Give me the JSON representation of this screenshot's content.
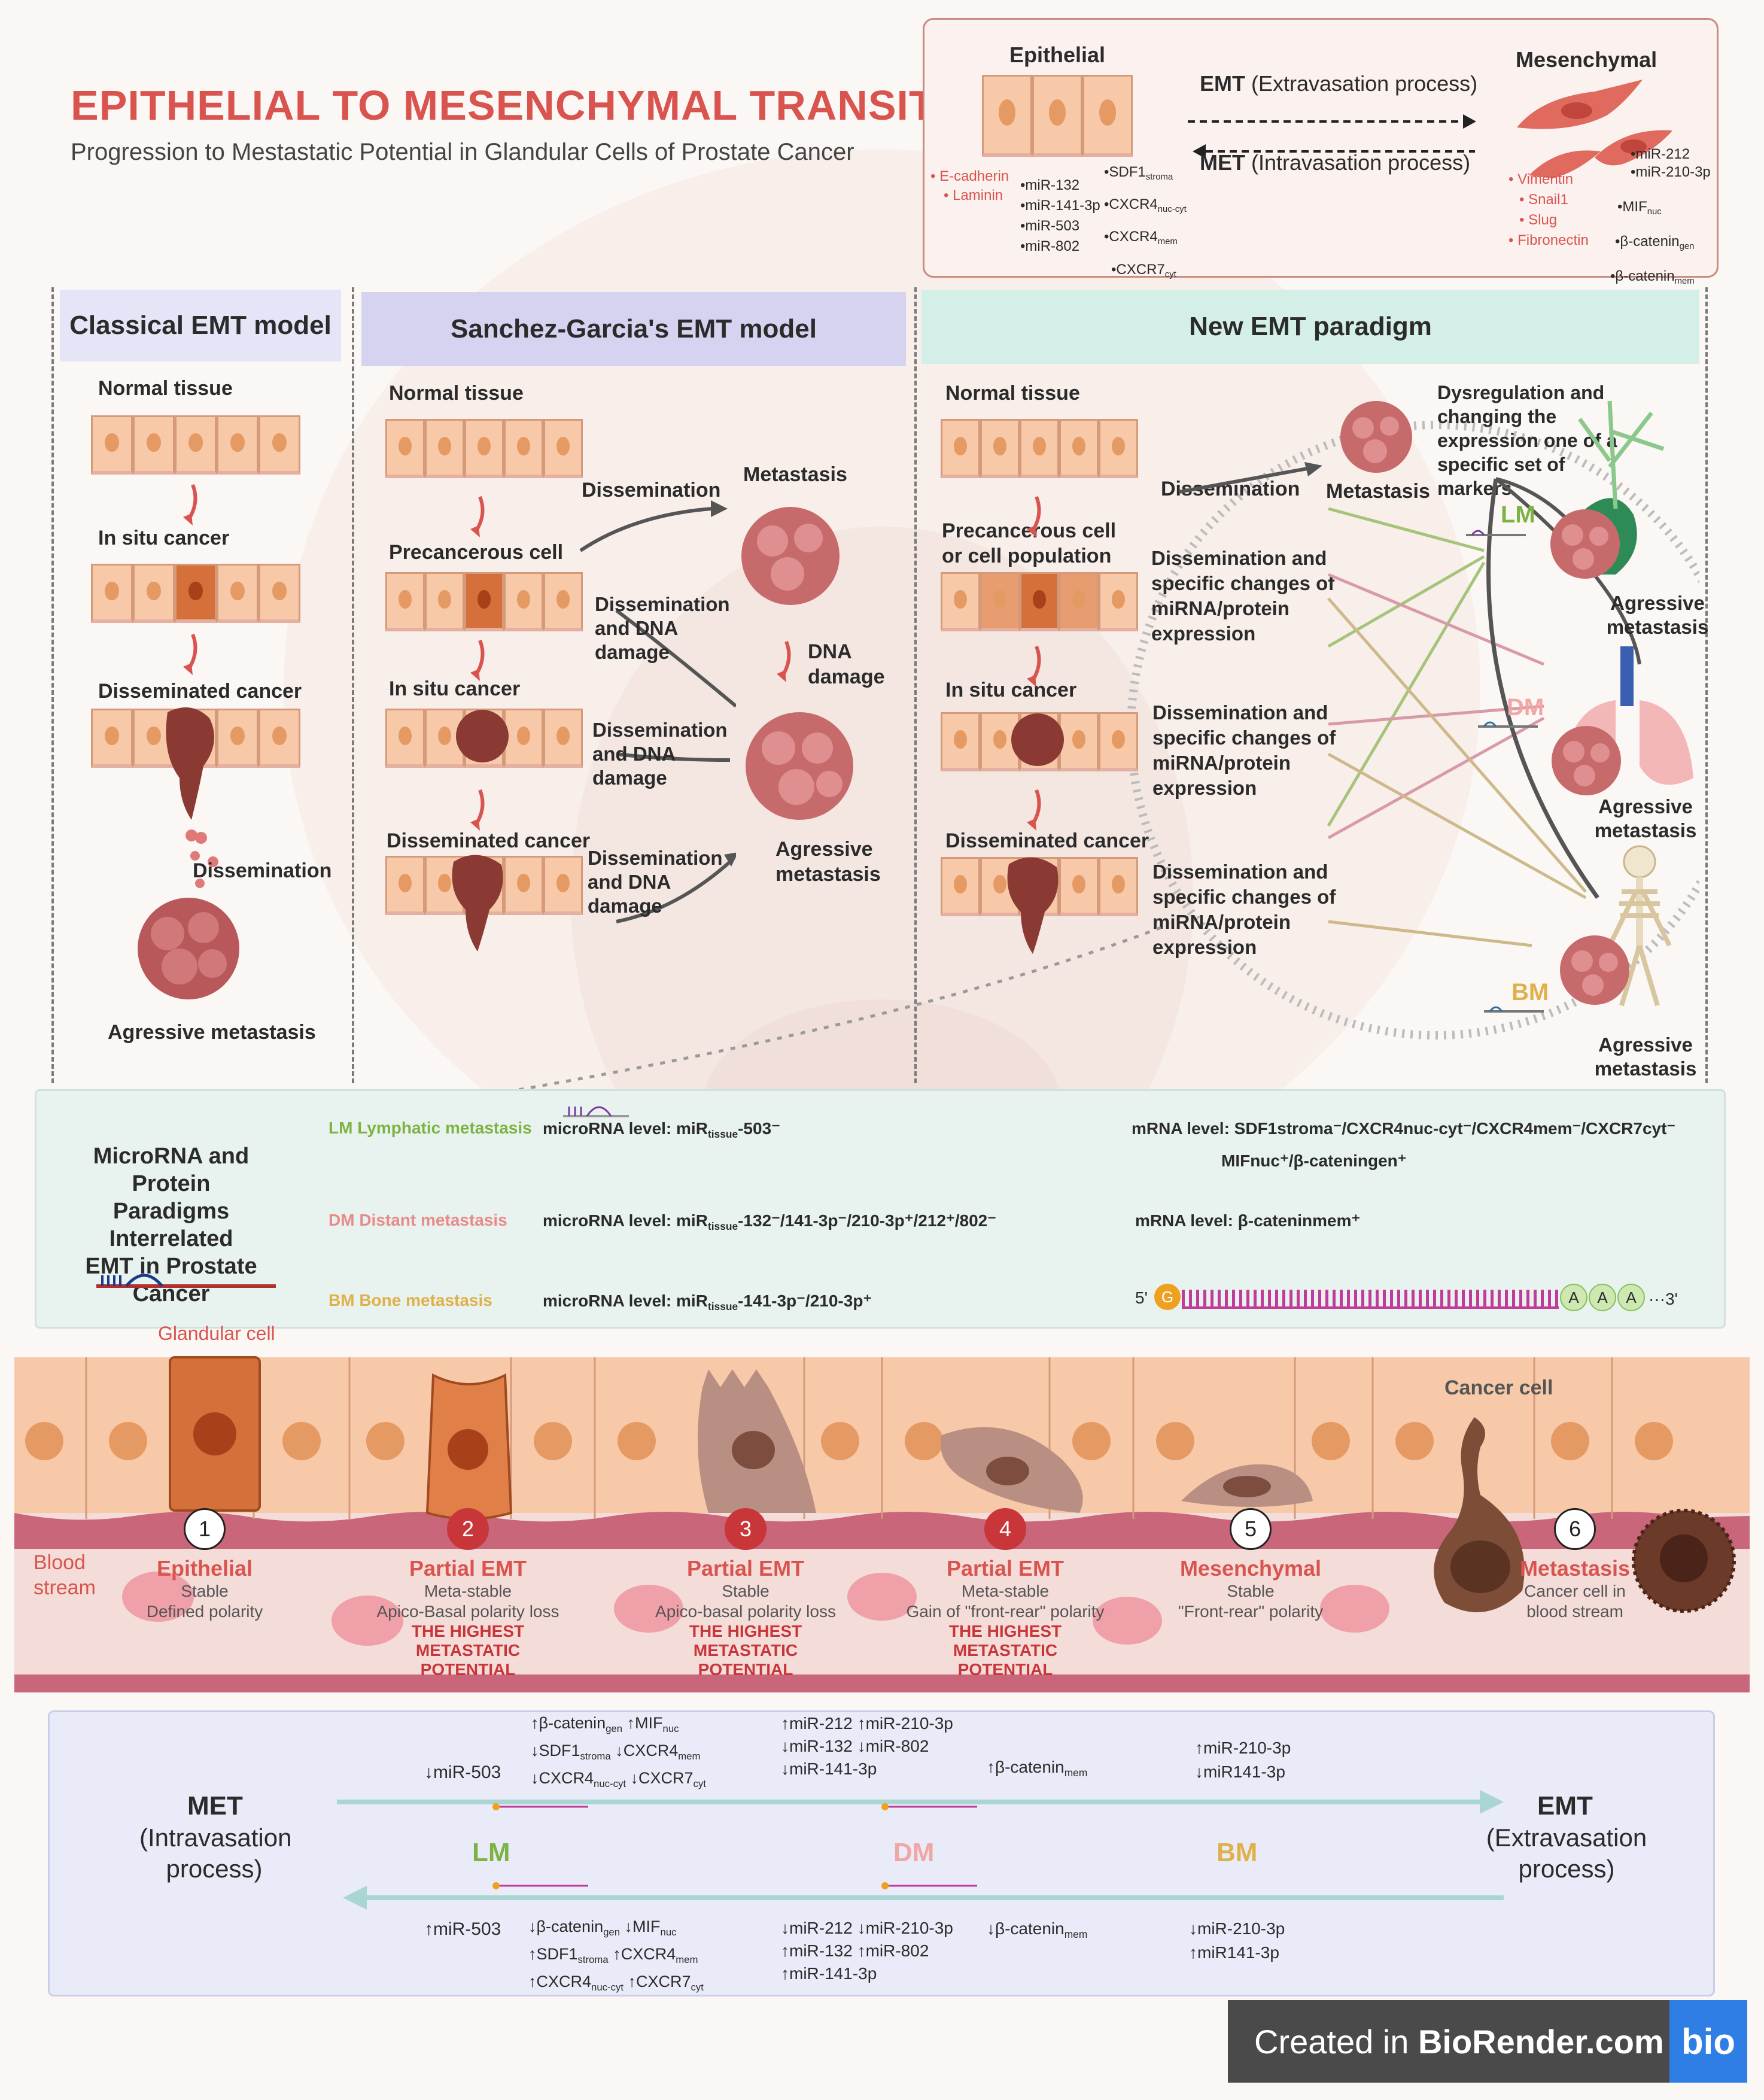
{
  "header": {
    "title": "EPITHELIAL TO MESENCHYMAL TRANSITION",
    "subtitle": "Progression to Mestastatic Potential in Glandular Cells of Prostate Cancer"
  },
  "legend_box": {
    "epithelial_label": "Epithelial",
    "mesenchymal_label": "Mesenchymal",
    "emt_label": "EMT",
    "emt_desc": "(Extravasation process)",
    "met_label": "MET",
    "met_desc": "(Intravasation process)",
    "epi_markers_red": [
      "• E-cadherin",
      "• Laminin"
    ],
    "epi_mirna": [
      "•miR-132",
      "•miR-141-3p",
      "•miR-503",
      "•miR-802"
    ],
    "epi_genes": [
      "SDF1",
      "CXCR4",
      "CXCR4",
      "CXCR7"
    ],
    "epi_gene_subs": [
      "stroma",
      "nuc-cyt",
      "mem",
      "cyt"
    ],
    "mes_markers_red": [
      "• Vimentin",
      "• Snail1",
      "• Slug",
      "• Fibronectin"
    ],
    "mes_mirna": [
      "•miR-212",
      "•miR-210-3p"
    ],
    "mes_genes": [
      "•MIF",
      "•β-catenin",
      "•β-catenin"
    ],
    "mes_gene_subs": [
      "nuc",
      "gen",
      "mem"
    ]
  },
  "panels": {
    "classical": {
      "title": "Classical EMT model",
      "labels": [
        "Normal tissue",
        "In situ cancer",
        "Disseminated cancer",
        "Dissemination",
        "Agressive metastasis"
      ]
    },
    "sanchez": {
      "title": "Sanchez-Garcia's EMT model",
      "labels": [
        "Normal tissue",
        "Precancerous cell",
        "In situ cancer",
        "Disseminated cancer"
      ],
      "arrow_labels": [
        "Dissemination",
        "Dissemination and DNA damage",
        "Dissemination and DNA damage",
        "Dissemination and DNA damage"
      ],
      "right_labels": [
        "Metastasis",
        "DNA damage",
        "Agressive metastasis"
      ]
    },
    "paradigm": {
      "title": "New EMT paradigm",
      "labels": [
        "Normal tissue",
        "Precancerous cell or cell population",
        "In situ cancer",
        "Disseminated cancer"
      ],
      "arrow_labels": [
        "Dissemination",
        "Dissemination and specific changes of miRNA/protein expression",
        "Dissemination and specific changes of miRNA/protein expression",
        "Dissemination and specific changes of miRNA/protein expression"
      ],
      "metastasis_label": "Metastasis",
      "dysregulation": "Dysregulation and changing the expression one of a specific set of markers",
      "targets": [
        {
          "tag": "LM",
          "label": "Agressive metastasis"
        },
        {
          "tag": "DM",
          "label": "Agressive metastasis"
        },
        {
          "tag": "BM",
          "label": "Agressive metastasis"
        }
      ]
    }
  },
  "mirna_box": {
    "title": "MicroRNA and Protein Paradigms Interrelated EMT in Prostate Cancer",
    "rows": [
      {
        "tag": "LM Lymphatic metastasis",
        "mirna": "microRNA level: miR",
        "mirna_sub": "tissue",
        "mirna_tail": "-503⁻"
      },
      {
        "tag": "DM Distant metastasis",
        "mirna": "microRNA level: miR",
        "mirna_sub": "tissue",
        "mirna_tail": "-132⁻/141-3p⁻/210-3p⁺/212⁺/802⁻"
      },
      {
        "tag": "BM Bone metastasis",
        "mirna": "microRNA level: miR",
        "mirna_sub": "tissue",
        "mirna_tail": "-141-3p⁻/210-3p⁺"
      }
    ],
    "mrna_lm_line1": "mRNA level: SDF1stroma⁻/CXCR4nuc-cyt⁻/CXCR4mem⁻/CXCR7cyt⁻",
    "mrna_lm_line2": "MIFnuc⁺/β-cateningen⁺",
    "mrna_dm": "mRNA level: β-cateninmem⁺",
    "strand_5": "5'",
    "strand_g": "G",
    "strand_a": [
      "A",
      "A",
      "A"
    ],
    "strand_3": "···3'"
  },
  "epithelium": {
    "glandular_label": "Glandular cell",
    "cancer_label": "Cancer cell",
    "blood_label": "Blood stream",
    "stages": [
      {
        "num": "1",
        "name": "Epithelial",
        "desc1": "Stable",
        "desc2": "Defined polarity",
        "note": ""
      },
      {
        "num": "2",
        "name": "Partial EMT",
        "desc1": "Meta-stable",
        "desc2": "Apico-Basal polarity loss",
        "note": "THE HIGHEST METASTATIC POTENTIAL"
      },
      {
        "num": "3",
        "name": "Partial EMT",
        "desc1": "Stable",
        "desc2": "Apico-basal polarity loss",
        "note": "THE HIGHEST METASTATIC POTENTIAL"
      },
      {
        "num": "4",
        "name": "Partial EMT",
        "desc1": "Meta-stable",
        "desc2": "Gain of \"front-rear\" polarity",
        "note": "THE HIGHEST METASTATIC POTENTIAL"
      },
      {
        "num": "5",
        "name": "Mesenchymal",
        "desc1": "Stable",
        "desc2": "\"Front-rear\" polarity",
        "note": ""
      },
      {
        "num": "6",
        "name": "Metastasis",
        "desc1": "Cancer cell in",
        "desc2": "blood stream",
        "note": ""
      }
    ]
  },
  "bottom": {
    "met_title": "MET",
    "met_desc": "(Intravasation process)",
    "emt_title": "EMT",
    "emt_desc": "(Extravasation process)",
    "groups": [
      "LM",
      "DM",
      "BM"
    ],
    "top_lm": [
      "↓miR-503"
    ],
    "top_lm_prot": [
      "↑β-catenin",
      "↑MIF",
      "↓SDF1",
      "↓CXCR4",
      "↓CXCR4",
      "↓CXCR7"
    ],
    "top_lm_prot_subs": [
      "gen",
      "nuc",
      "stroma",
      "mem",
      "nuc-cyt",
      "cyt"
    ],
    "top_dm": [
      "↑miR-212 ↑miR-210-3p",
      "↓miR-132 ↓miR-802",
      "↓miR-141-3p"
    ],
    "top_dm_prot": "↑β-catenin",
    "top_dm_prot_sub": "mem",
    "top_bm": [
      "↑miR-210-3p",
      "↓miR141-3p"
    ],
    "bot_lm": [
      "↑miR-503"
    ],
    "bot_lm_prot": [
      "↓β-catenin",
      "↓MIF",
      "↑SDF1",
      "↑CXCR4",
      "↑CXCR4",
      "↑CXCR7"
    ],
    "bot_lm_prot_subs": [
      "gen",
      "nuc",
      "stroma",
      "mem",
      "nuc-cyt",
      "cyt"
    ],
    "bot_dm": [
      "↓miR-212 ↓miR-210-3p",
      "↑miR-132 ↑miR-802",
      "↑miR-141-3p"
    ],
    "bot_dm_prot": "↓β-catenin",
    "bot_dm_prot_sub": "mem",
    "bot_bm": [
      "↓miR-210-3p",
      "↑miR141-3p"
    ]
  },
  "footer": {
    "created_in": "Created in",
    "brand": "BioRender.com",
    "logo": "bio"
  },
  "colors": {
    "title_red": "#d9544f",
    "lm_green": "#7cb342",
    "dm_pink": "#f2a5a5",
    "bm_gold": "#e0b04a",
    "classical_head": "#e4e6f7",
    "sanchez_head": "#d6d3f0",
    "paradigm_head": "#d3efe8",
    "mirna_box_bg": "#e8f3ef",
    "bottom_box_bg": "#e9ecf8"
  }
}
